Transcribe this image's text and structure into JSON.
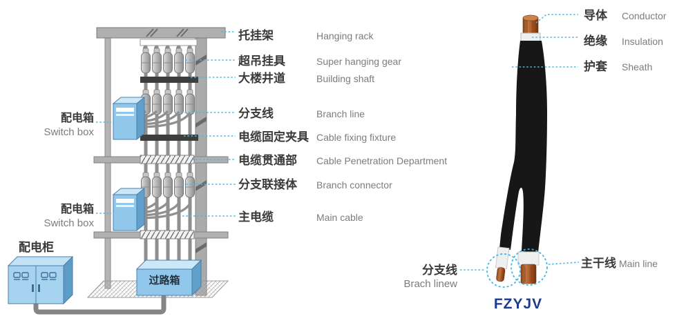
{
  "left_diagram": {
    "rows": [
      {
        "zh": "托挂架",
        "en": "Hanging rack"
      },
      {
        "zh": "超吊挂具",
        "en": "Super hanging gear"
      },
      {
        "zh": "大楼井道",
        "en": "Building shaft"
      },
      {
        "zh": "分支线",
        "en": "Branch line"
      },
      {
        "zh": "电缆固定夹具",
        "en": "Cable fixing fixture"
      },
      {
        "zh": "电缆贯通部",
        "en": "Cable Penetration Department"
      },
      {
        "zh": "分支联接体",
        "en": "Branch connector"
      },
      {
        "zh": "主电缆",
        "en": "Main cable"
      }
    ],
    "switch_box": {
      "zh": "配电箱",
      "en": "Switch box"
    },
    "cabinet_label": "配电柜",
    "passing_box_label": "过路箱"
  },
  "product": {
    "model": "FZYJV",
    "conductor": {
      "zh": "导体",
      "en": "Conductor"
    },
    "insulation": {
      "zh": "绝缘",
      "en": "Insulation"
    },
    "sheath": {
      "zh": "护套",
      "en": "Sheath"
    },
    "branch_line": {
      "zh": "分支线",
      "en": "Brach linew"
    },
    "main_line": {
      "zh": "主干线",
      "en": "Main line"
    }
  },
  "colors": {
    "leader_blue": "#49b8e6",
    "box_blue": "#90c7eb",
    "model_navy": "#1b3b8f",
    "copper": "#b06534",
    "structure_gray": "#ababab",
    "clamp_dark": "#3e3e3e"
  }
}
